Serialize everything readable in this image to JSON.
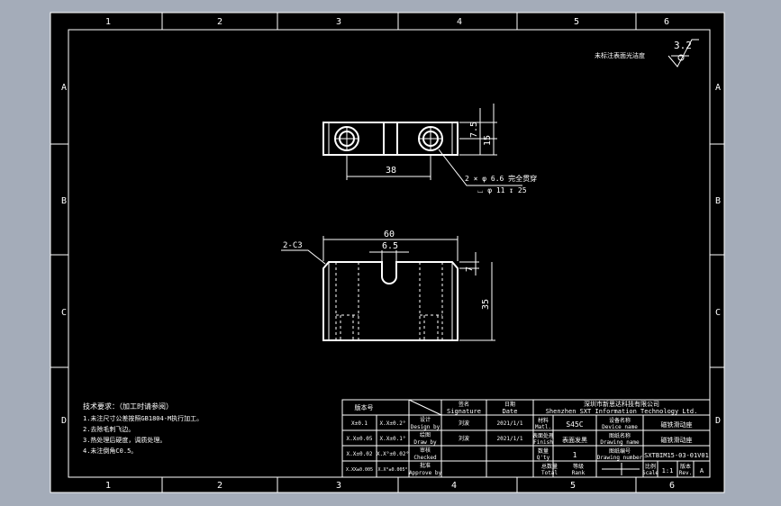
{
  "frame": {
    "col_labels": [
      "1",
      "2",
      "3",
      "4",
      "5",
      "6"
    ],
    "row_labels": [
      "A",
      "B",
      "C",
      "D"
    ],
    "colors": {
      "background": "#a4acb9",
      "paper": "#000000",
      "line": "#ffffff",
      "dim": "#e8e8e8"
    }
  },
  "header_note": "未标注表面光洁度",
  "surface_finish": "3.2",
  "top_view": {
    "dims": {
      "d1": "7.5",
      "d2": "15",
      "d3": "38"
    },
    "callout": {
      "line1": "2 × φ 6.6 完全贯穿",
      "line2": "⌴ φ 11 ↧ 25"
    }
  },
  "front_view": {
    "dims": {
      "width": "60",
      "slot": "6.5",
      "depth": "7",
      "height": "35",
      "chamfer": "2-C3"
    }
  },
  "tech_notes": {
    "title": "技术要求：（加工时请参阅）",
    "lines": [
      "1.未注尺寸公差按照GB1804-M执行加工。",
      "2.去除毛刺飞边。",
      "3.热处理后硬度，调质处理。",
      "4.未注倒角C0.5。"
    ]
  },
  "title_block": {
    "company_cn": "深圳市新思达科技有限公司",
    "company_en": "Shenzhen SXT Information Technology Ltd.",
    "version_header": "版本号",
    "signature_cn": "签名",
    "signature_en": "Signature",
    "date_cn": "日期",
    "date_en": "Date",
    "rows": [
      {
        "ver": "X±0.1",
        "tol": "X.X±0.2°",
        "role_cn": "设计",
        "role_en": "Design by",
        "sign": "刘波",
        "date": "2021/1/1"
      },
      {
        "ver": "X.X±0.05",
        "tol": "X.X±0.1°",
        "role_cn": "绘图",
        "role_en": "Draw by",
        "sign": "刘波",
        "date": "2021/1/1"
      },
      {
        "ver": "X.X±0.02",
        "tol": "X.X°±0.02°",
        "role_cn": "审核",
        "role_en": "Checked",
        "sign": "",
        "date": ""
      },
      {
        "ver": "X.XX±0.005",
        "tol": "X.X°±0.005°",
        "role_cn": "批准",
        "role_en": "Approve by",
        "sign": "",
        "date": ""
      }
    ],
    "material_label": "材料",
    "material_label_en": "Matl.",
    "material": "S45C",
    "finish_label": "表面处理",
    "finish_label_en": "Finish",
    "finish": "表面发黑",
    "qty_label": "数量",
    "qty_label_en": "Q'ty",
    "qty": "1",
    "total_label": "总数量",
    "total_label_en": "Total",
    "rank_label": "等级",
    "rank_label_en": "Rank",
    "device_label": "设备名称",
    "device_label_en": "Device name",
    "device": "磁铁滑动座",
    "drawing_label": "图纸名称",
    "drawing_label_en": "Drawing name",
    "drawing": "磁铁滑动座",
    "number_label": "图纸编号",
    "number_label_en": "Drawing number",
    "number": "SXTBIM15-03-01V01",
    "scale_label": "比例",
    "scale_label_en": "Scale",
    "scale": "1:1",
    "rev_label": "版本",
    "rev_label_en": "Rev.",
    "rev": "A"
  }
}
